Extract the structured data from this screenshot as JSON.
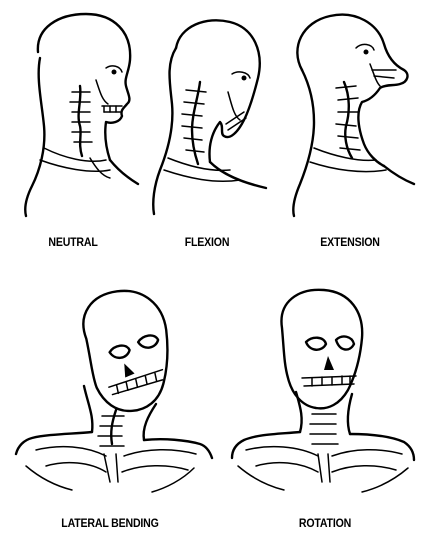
{
  "figure": {
    "labels": {
      "neutral": "NEUTRAL",
      "flexion": "FLEXION",
      "extension": "EXTENSION",
      "lateral_bending": "LATERAL BENDING",
      "rotation": "ROTATION"
    }
  },
  "colors": {
    "ink": "#000000",
    "background": "#ffffff"
  }
}
